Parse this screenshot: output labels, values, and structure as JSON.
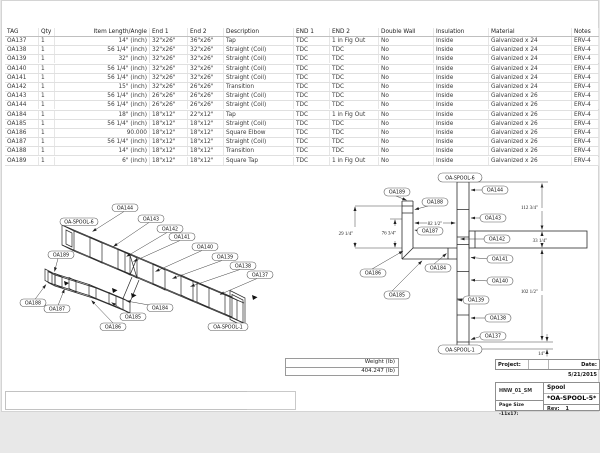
{
  "table": {
    "columns": [
      "TAG",
      "Qty",
      "Item Length/Angle",
      "End 1",
      "End 2",
      "Description",
      "END 1",
      "END 2",
      "Double Wall",
      "Insulation",
      "Material",
      "Notes"
    ],
    "rows": [
      [
        "OA137",
        "1",
        "14\" (inch)",
        "32\"x26\"",
        "36\"x26\"",
        "Tap",
        "TDC",
        "1 in Fig Out",
        "No",
        "Inside",
        "Galvanized x 24",
        "ERV-4"
      ],
      [
        "OA138",
        "1",
        "56 1/4\" (inch)",
        "32\"x26\"",
        "32\"x26\"",
        "Straight (Coil)",
        "TDC",
        "TDC",
        "No",
        "Inside",
        "Galvanized x 24",
        "ERV-4"
      ],
      [
        "OA139",
        "1",
        "32\" (inch)",
        "32\"x26\"",
        "32\"x26\"",
        "Straight (Coil)",
        "TDC",
        "TDC",
        "No",
        "Inside",
        "Galvanized x 24",
        "ERV-4"
      ],
      [
        "OA140",
        "1",
        "56 1/4\" (inch)",
        "32\"x26\"",
        "32\"x26\"",
        "Straight (Coil)",
        "TDC",
        "TDC",
        "No",
        "Inside",
        "Galvanized x 24",
        "ERV-4"
      ],
      [
        "OA141",
        "1",
        "56 1/4\" (inch)",
        "32\"x26\"",
        "32\"x26\"",
        "Straight (Coil)",
        "TDC",
        "TDC",
        "No",
        "Inside",
        "Galvanized x 24",
        "ERV-4"
      ],
      [
        "OA142",
        "1",
        "15\" (inch)",
        "32\"x26\"",
        "26\"x26\"",
        "Transition",
        "TDC",
        "TDC",
        "No",
        "Inside",
        "Galvanized x 24",
        "ERV-4"
      ],
      [
        "OA143",
        "1",
        "56 1/4\" (inch)",
        "26\"x26\"",
        "26\"x26\"",
        "Straight (Coil)",
        "TDC",
        "TDC",
        "No",
        "Inside",
        "Galvanized x 26",
        "ERV-4"
      ],
      [
        "OA144",
        "1",
        "56 1/4\" (inch)",
        "26\"x26\"",
        "26\"x26\"",
        "Straight (Coil)",
        "TDC",
        "TDC",
        "No",
        "Inside",
        "Galvanized x 26",
        "ERV-4"
      ],
      [
        "OA184",
        "1",
        "18\" (inch)",
        "18\"x12\"",
        "22\"x12\"",
        "Tap",
        "TDC",
        "1 in Fig Out",
        "No",
        "Inside",
        "Galvanized x 26",
        "ERV-4"
      ],
      [
        "OA185",
        "1",
        "56 1/4\" (inch)",
        "18\"x12\"",
        "18\"x12\"",
        "Straight (Coil)",
        "TDC",
        "TDC",
        "No",
        "Inside",
        "Galvanized x 26",
        "ERV-4"
      ],
      [
        "OA186",
        "1",
        "90.000",
        "18\"x12\"",
        "18\"x12\"",
        "Square Elbow",
        "TDC",
        "TDC",
        "No",
        "Inside",
        "Galvanized x 26",
        "ERV-4"
      ],
      [
        "OA187",
        "1",
        "56 1/4\" (inch)",
        "18\"x12\"",
        "18\"x12\"",
        "Straight (Coil)",
        "TDC",
        "TDC",
        "No",
        "Inside",
        "Galvanized x 26",
        "ERV-4"
      ],
      [
        "OA188",
        "1",
        "14\" (inch)",
        "18\"x12\"",
        "18\"x12\"",
        "Transition",
        "TDC",
        "TDC",
        "No",
        "Inside",
        "Galvanized x 26",
        "ERV-4"
      ],
      [
        "OA189",
        "1",
        "6\" (inch)",
        "18\"x12\"",
        "18\"x12\"",
        "Square Tap",
        "TDC",
        "1 in Fig Out",
        "No",
        "Inside",
        "Galvanized x 26",
        "ERV-4"
      ]
    ]
  },
  "labels": {
    "spool6": "OA-SPOOL-6",
    "spool1": "OA-SPOOL-1",
    "oa137": "OA137",
    "oa138": "OA138",
    "oa139": "OA139",
    "oa140": "OA140",
    "oa141": "OA141",
    "oa142": "OA142",
    "oa143": "OA143",
    "oa144": "OA144",
    "oa184": "OA184",
    "oa185": "OA185",
    "oa186": "OA186",
    "oa187": "OA187",
    "oa188": "OA188",
    "oa189": "OA189"
  },
  "dims": {
    "right_upper": "112 3/4\"",
    "right_mid": "33 1/4\"",
    "right_lower": "102 1/2\"",
    "bottom": "14\"",
    "horiz": "82 1/2\"",
    "left_vert": "76 3/4\"",
    "far_left_vert": "29 1/4\""
  },
  "weight": {
    "header": "Weight (lb)",
    "value": "404.247 (lb)"
  },
  "project_row": {
    "label": "Project:",
    "date": "Date: 5/21/2015"
  },
  "title_block": {
    "code": "HNW_01_SM",
    "doc_type": "Spool",
    "name": "*OA-SPOOL-5*",
    "page_size": "Page Size -11x17:",
    "rev_label": "Rev:",
    "rev_value": "1"
  },
  "line_color": "#2b2b2b"
}
